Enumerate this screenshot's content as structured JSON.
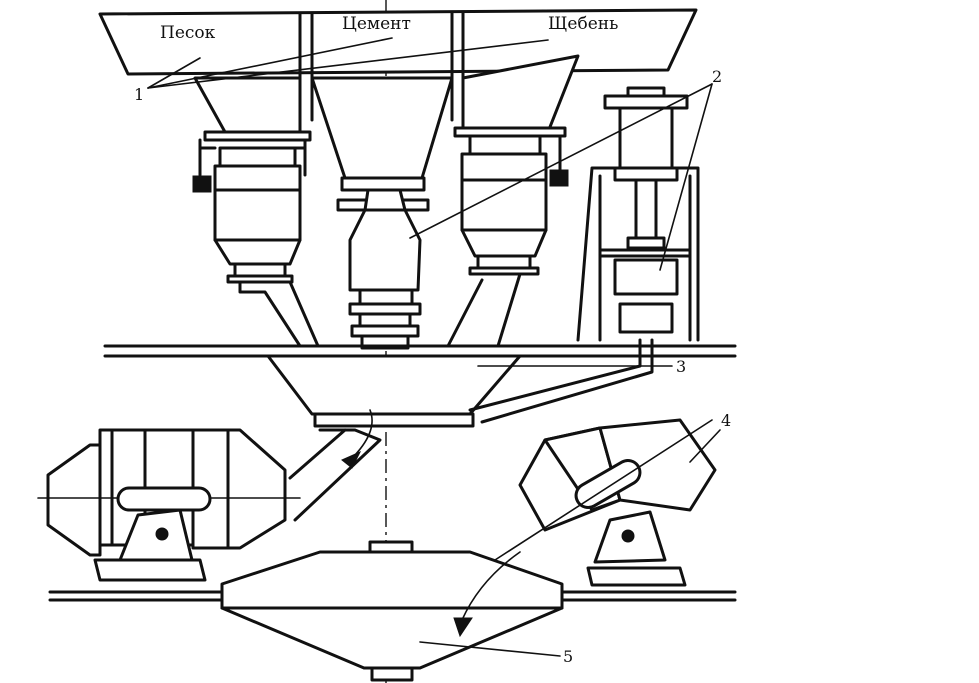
{
  "bins": [
    "Песок",
    "Цемент",
    "Щебень"
  ],
  "callouts": [
    "1",
    "2",
    "3",
    "4",
    "5"
  ],
  "colors": {
    "ink": "#111111",
    "paper": "#ffffff"
  }
}
